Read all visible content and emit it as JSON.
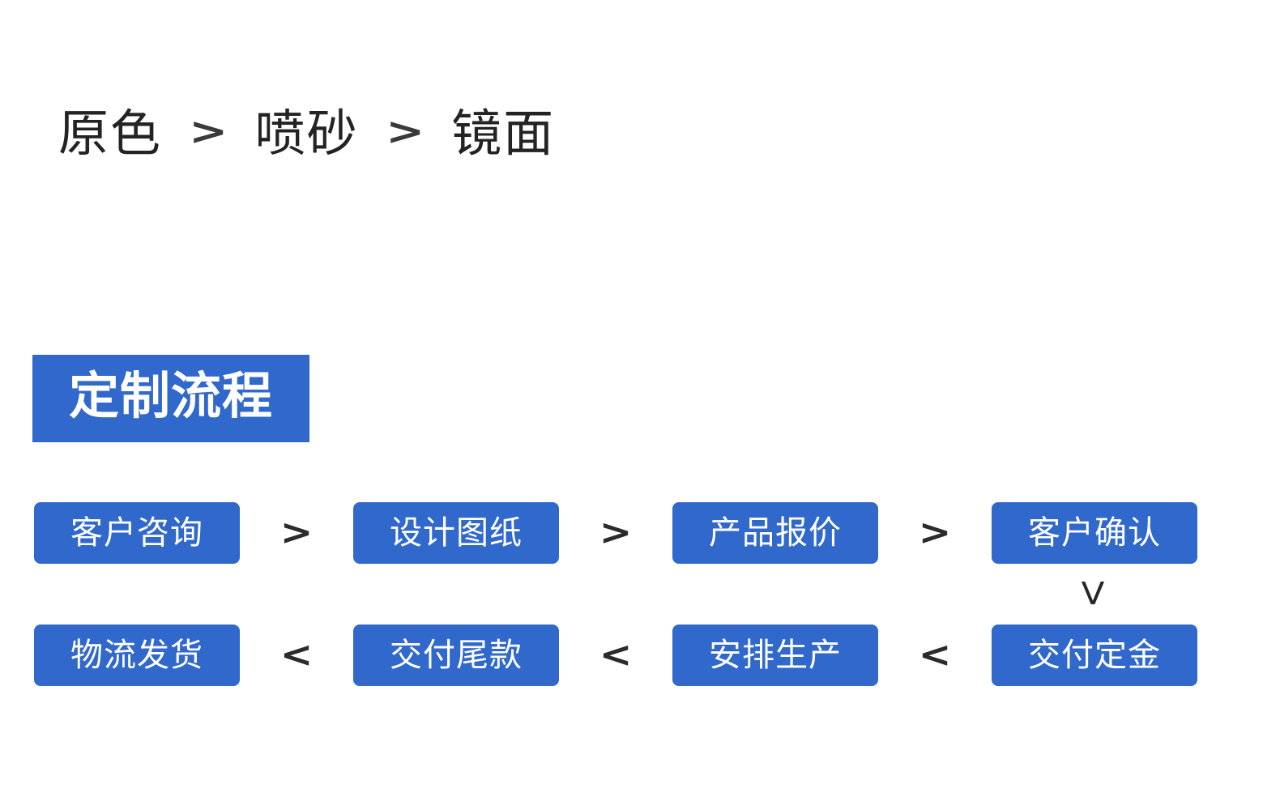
{
  "finish_options": {
    "items": [
      {
        "label": "原色"
      },
      {
        "label": "喷砂"
      },
      {
        "label": "镜面"
      }
    ],
    "separator": ">"
  },
  "section": {
    "badge_label": "定制流程",
    "badge_bg": "#3068cc",
    "badge_text_color": "#ffffff"
  },
  "flow": {
    "step_bg": "#3068cc",
    "step_text_color": "#ffffff",
    "forward_separator": ">",
    "backward_separator": "<",
    "down_connector": "V",
    "rows": [
      {
        "direction": "forward",
        "steps": [
          {
            "label": "客户咨询"
          },
          {
            "label": "设计图纸"
          },
          {
            "label": "产品报价"
          },
          {
            "label": "客户确认"
          }
        ]
      },
      {
        "direction": "backward",
        "steps": [
          {
            "label": "物流发货"
          },
          {
            "label": "交付尾款"
          },
          {
            "label": "安排生产"
          },
          {
            "label": "交付定金"
          }
        ]
      }
    ]
  }
}
